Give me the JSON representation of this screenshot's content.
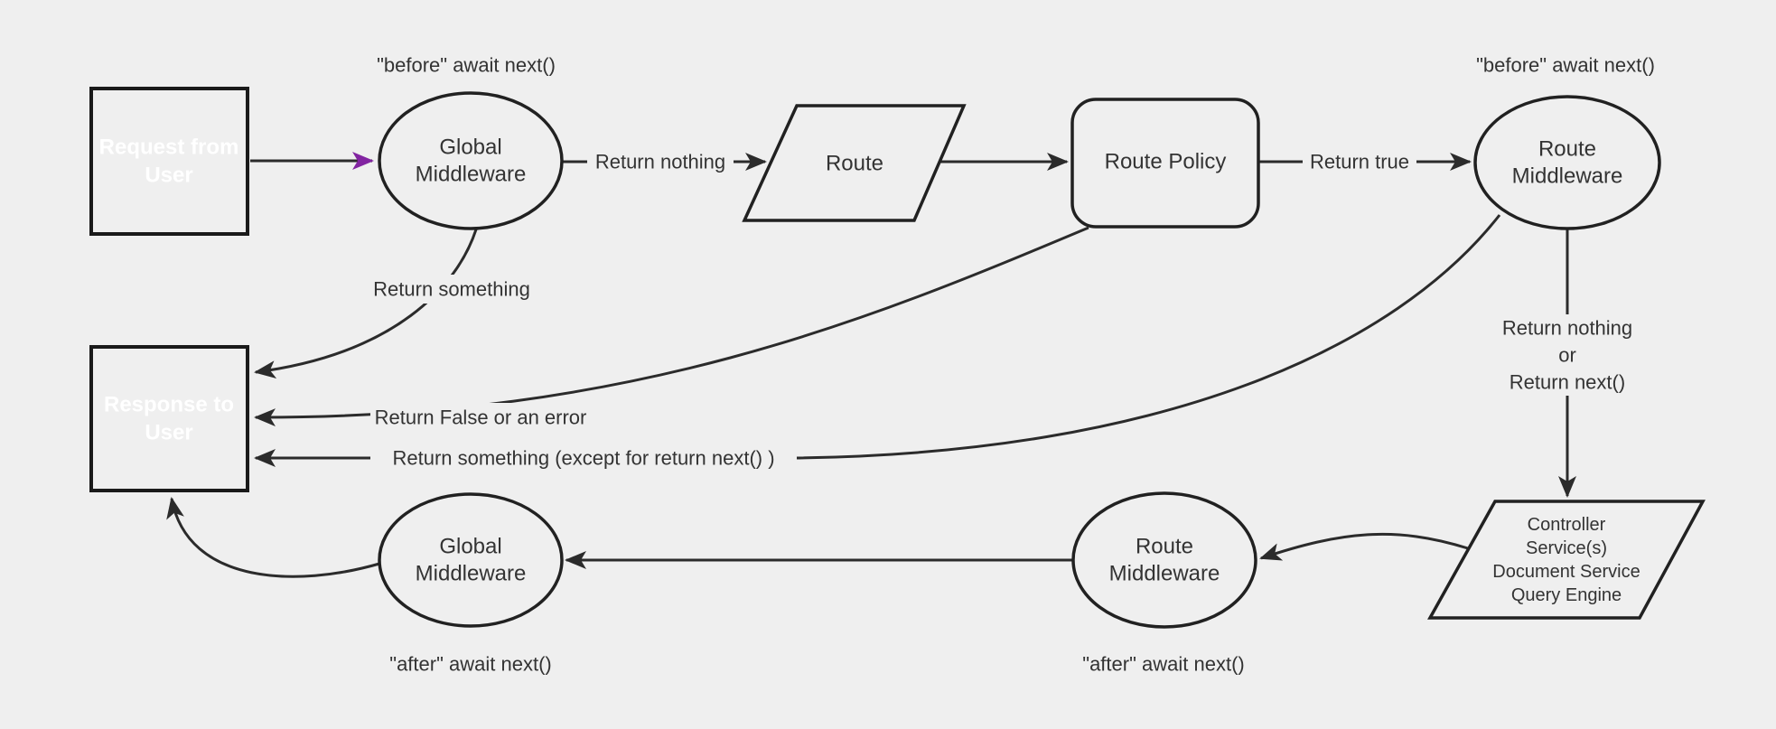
{
  "diagram": {
    "background": "#efefef",
    "accent_purple": "#8224a1",
    "line_color": "#2b2b2b",
    "text_color": "#333333"
  },
  "nodes": {
    "request_from_user": {
      "lines": [
        "Request from",
        "User"
      ]
    },
    "global_middleware_top": {
      "lines": [
        "Global",
        "Middleware"
      ]
    },
    "route": {
      "label": "Route"
    },
    "route_policy": {
      "label": "Route Policy"
    },
    "route_middleware_top": {
      "lines": [
        "Route",
        "Middleware"
      ]
    },
    "response_to_user": {
      "lines": [
        "Response to",
        "User"
      ]
    },
    "controller_services": {
      "lines": [
        "Controller",
        "Service(s)",
        "Document Service",
        "Query Engine"
      ]
    },
    "route_middleware_bottom": {
      "lines": [
        "Route",
        "Middleware"
      ]
    },
    "global_middleware_bottom": {
      "lines": [
        "Global",
        "Middleware"
      ]
    }
  },
  "edge_labels": {
    "before_await_next_left": "\"before\" await next()",
    "before_await_next_right": "\"before\" await next()",
    "return_nothing": "Return nothing",
    "return_true": "Return true",
    "return_something": "Return something",
    "return_false_or_error": "Return False or an error",
    "return_something_except": "Return something (except for return next() )",
    "return_nothing_or": {
      "lines": [
        "Return nothing",
        "or",
        "Return next()"
      ]
    },
    "after_await_next_left": "\"after\" await next()",
    "after_await_next_right": "\"after\" await next()"
  }
}
